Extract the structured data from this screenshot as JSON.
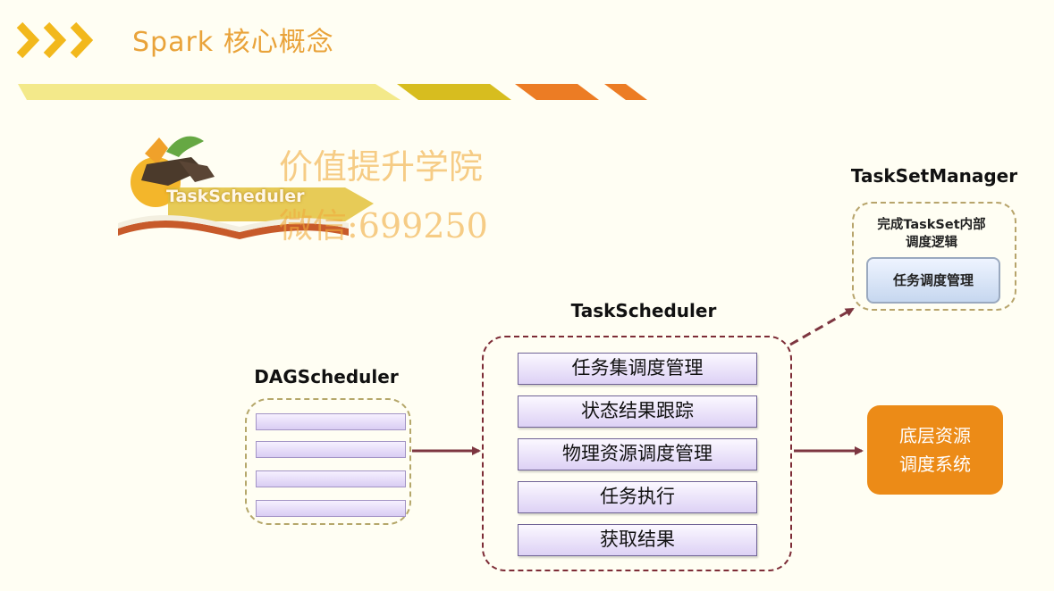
{
  "header": {
    "title": "Spark 核心概念"
  },
  "logo": {
    "label": "TaskScheduler"
  },
  "watermark": {
    "line1": "价值提升学院",
    "line2": "微信:699250"
  },
  "dag_scheduler": {
    "title": "DAGScheduler"
  },
  "task_scheduler": {
    "title": "TaskScheduler",
    "items": [
      "任务集调度管理",
      "状态结果跟踪",
      "物理资源调度管理",
      "任务执行",
      "获取结果"
    ]
  },
  "task_set_manager": {
    "title": "TaskSetManager",
    "description": "完成TaskSet内部\n调度逻辑",
    "inner": "任务调度管理"
  },
  "resource_system": {
    "label": "底层资源\n调度系统"
  },
  "colors": {
    "accent_orange": "#ec8b17",
    "header_yellow": "#e9a33a",
    "dag_border": "#b5a76a",
    "ts_border": "#7d2c36",
    "tsm_border": "#b7a46b",
    "arrow": "#7d3640"
  }
}
